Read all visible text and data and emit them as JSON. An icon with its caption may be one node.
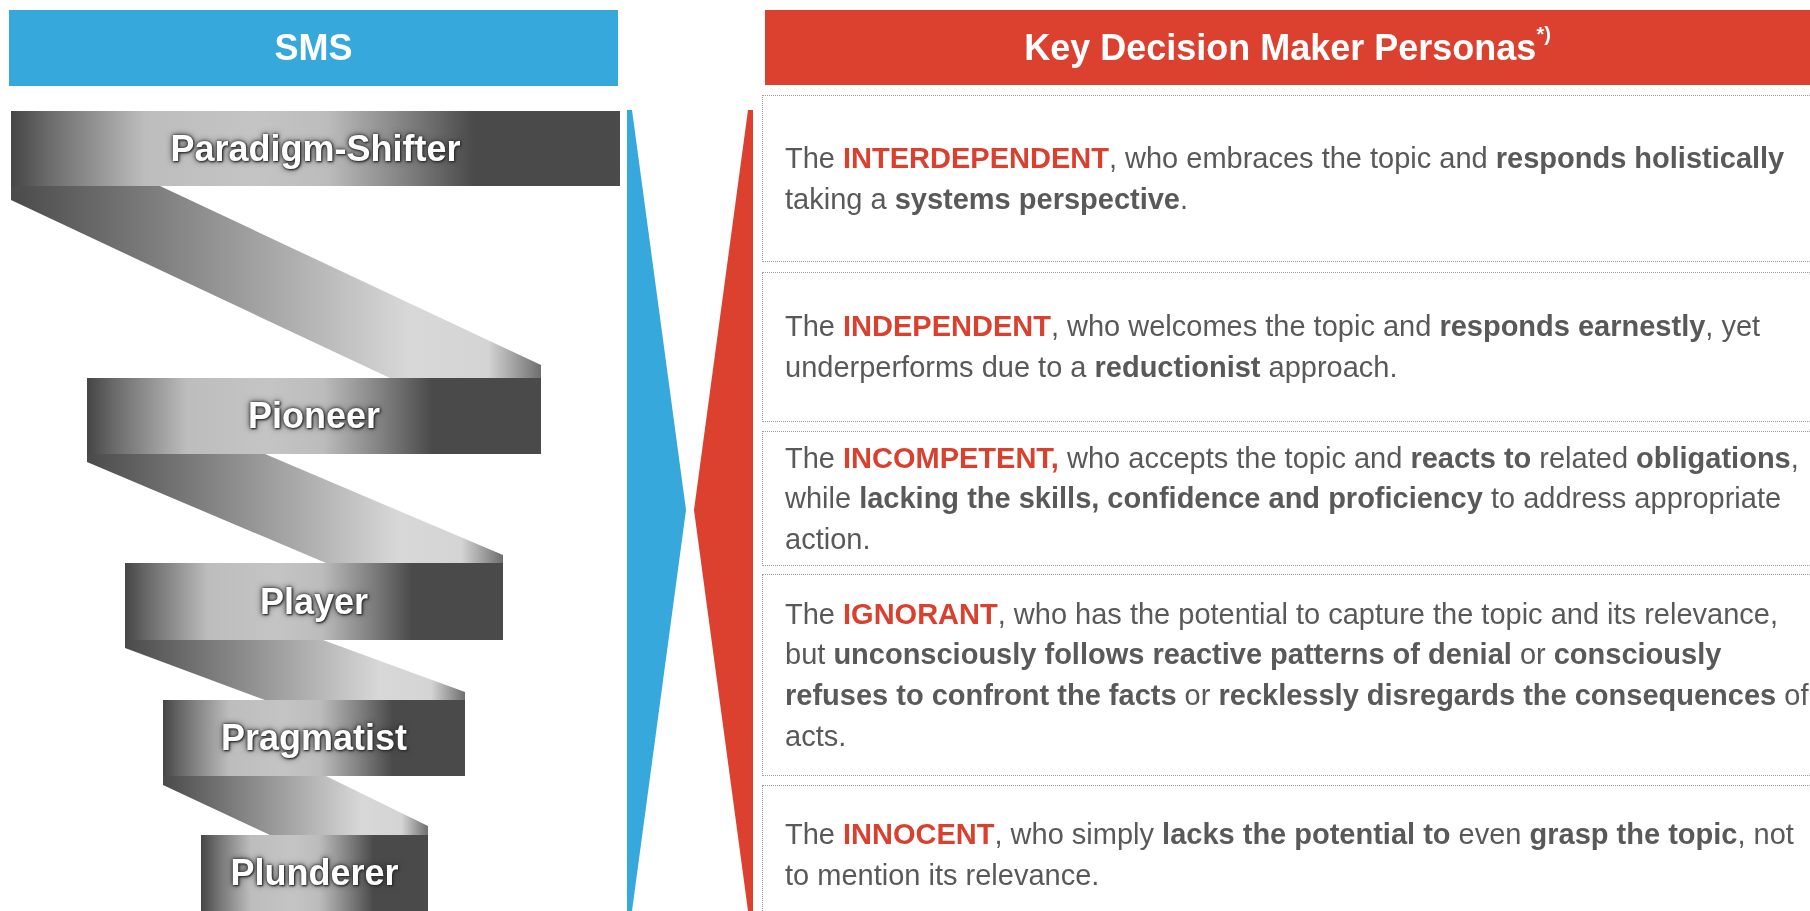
{
  "diagram": {
    "nodes": [
      {
        "text": [
          "SMS"
        ]
      },
      {
        "text": [
          "Paradigm-Shifter"
        ]
      },
      {
        "text": [
          "Pioneer"
        ]
      },
      {
        "text": [
          "Player"
        ]
      },
      {
        "text": [
          "Pragmatist"
        ]
      },
      {
        "text": [
          "Plunderer"
        ]
      },
      {
        "text": [
          "Key Decision Maker Personas$^{*)}$"
        ]
      },
      {
        "text": [
          "The *INTERDEPENDENT*, who embraces the topic and **responds holistically** taking a **systems perspective**."
        ]
      },
      {
        "text": [
          "The *INDEPENDENT*, who welcomes the topic and **responds earnestly**, yet underperforms due to a **reductionist** approach."
        ]
      },
      {
        "text": [
          "The *INCOMPETENT,* who accepts the topic and **reacts to** related **obligations**, while **lacking the skills, confidence and proficiency** to address appropriate action."
        ]
      },
      {
        "text": [
          "The *IGNORANT*, who has the potential to capture the topic and its relevance, but **unconsciously follows reactive patterns of denial** or **consciously refuses to confront the facts** or **recklessly disregards the consequences** of acts."
        ]
      },
      {
        "text": [
          "The *INNOCENT*, who simply **lacks the potential to** even **grasp the topic**, not to mention its relevance."
        ]
      }
    ]
  }
}
